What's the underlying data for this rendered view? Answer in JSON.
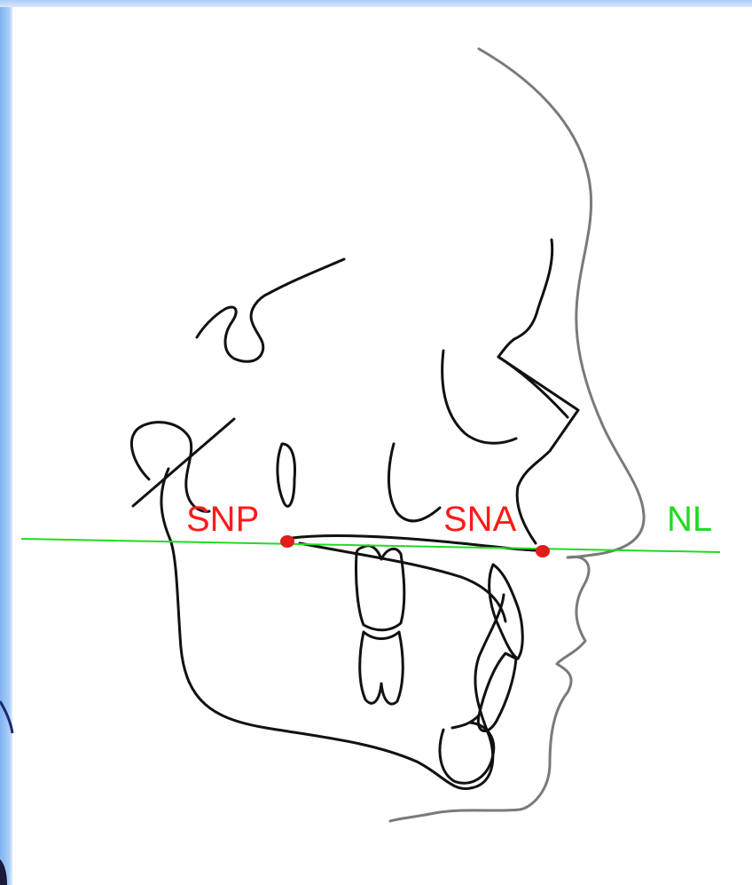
{
  "labels": {
    "snp": "SNP",
    "sna": "SNA",
    "nl": "NL"
  },
  "colors": {
    "landmark": "#ff1a1a",
    "landmark_point": "#e21b1b",
    "plane_line": "#1fdc1f",
    "bone_outline": "#111111",
    "soft_tissue_outline": "#7a7a7a",
    "page_border": "#7fb3f2"
  }
}
